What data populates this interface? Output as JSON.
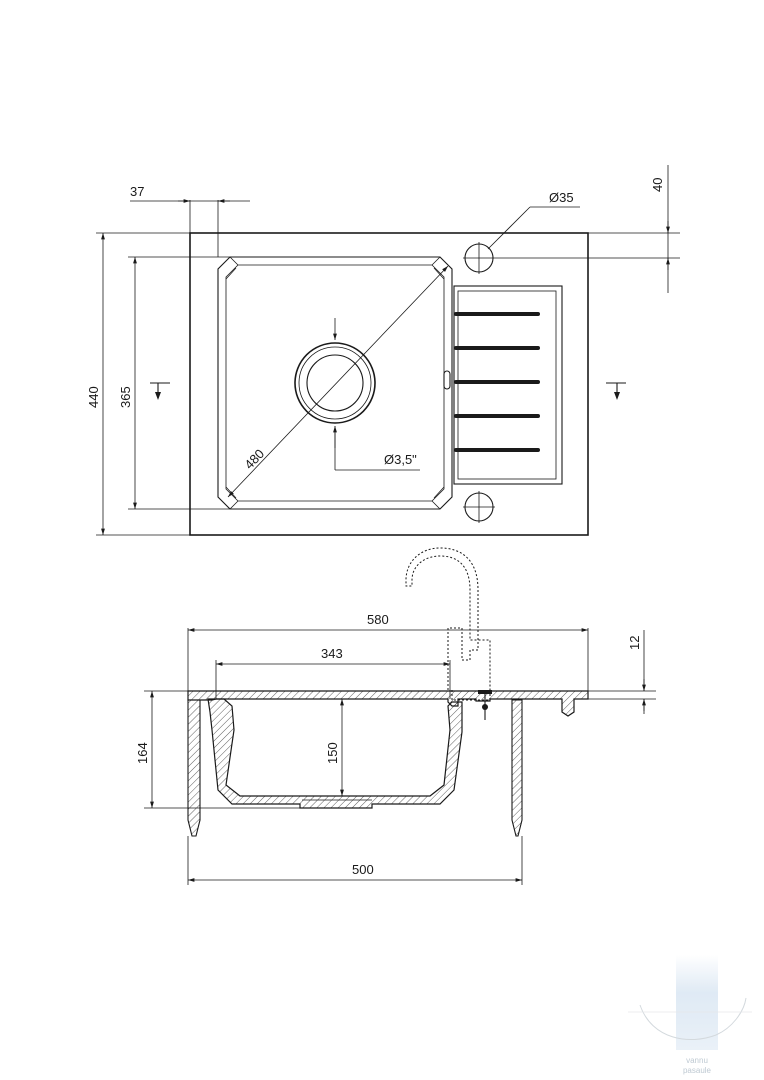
{
  "top_view": {
    "dim_overall_depth": "440",
    "dim_bowl_depth": "365",
    "dim_rim_offset": "37",
    "dim_tap_hole_offset": "40",
    "dim_tap_hole_diameter": "Ø35",
    "dim_diagonal": "480",
    "dim_drain_diameter": "Ø3,5\""
  },
  "section_view": {
    "dim_overall_width": "580",
    "dim_bowl_width": "343",
    "dim_cabinet_width": "500",
    "dim_total_height": "164",
    "dim_bowl_depth": "150",
    "dim_rim_thickness": "12"
  },
  "watermark": {
    "brand": "vannu\npasaule"
  },
  "colors": {
    "line": "#1a1a1a",
    "watermark_blue": "#dce8f4"
  }
}
